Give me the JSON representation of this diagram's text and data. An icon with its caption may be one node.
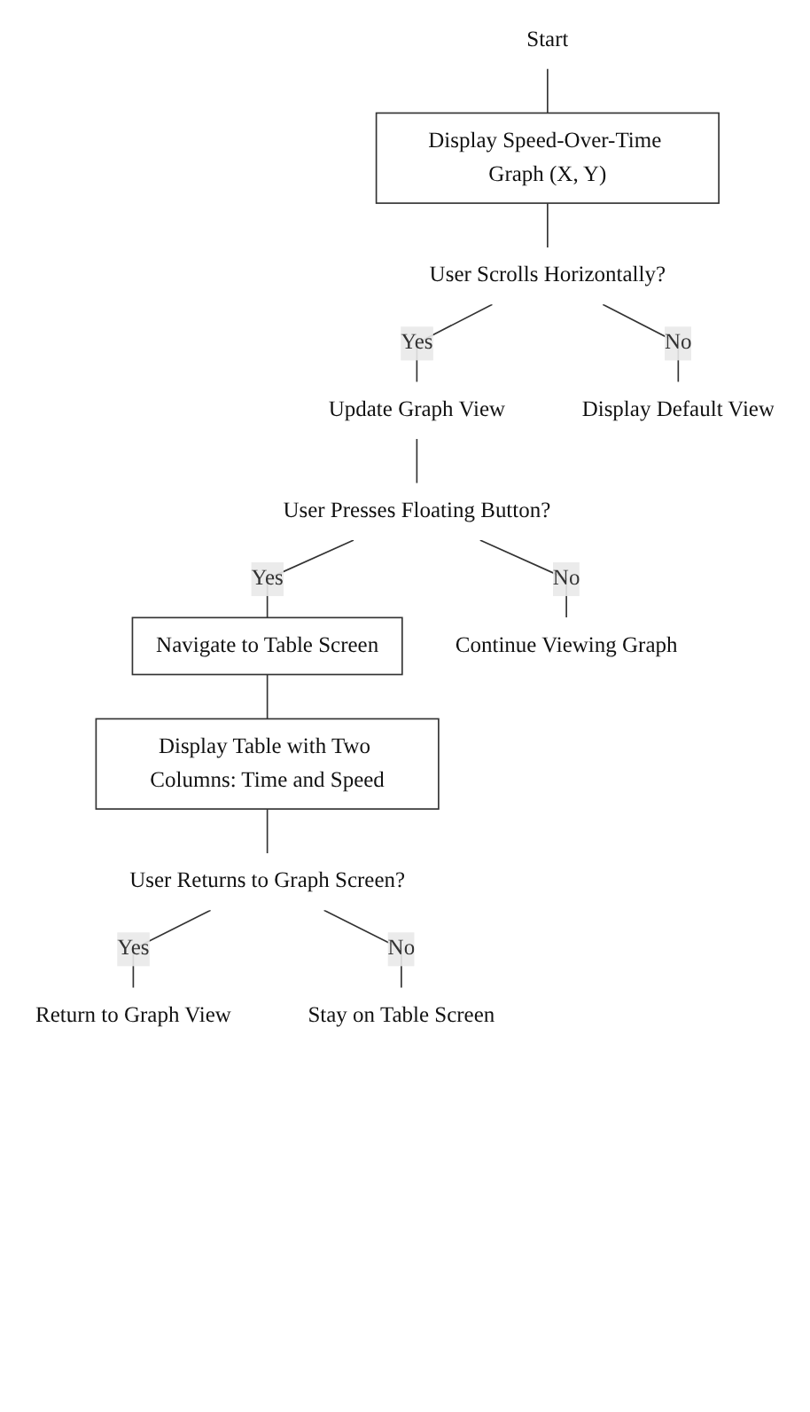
{
  "diagram": {
    "nodes": [
      {
        "text": [
          "Start"
        ]
      },
      {
        "text": [
          "Display Speed-Over-Time Graph (X, Y)"
        ]
      },
      {
        "text": [
          "User Scrolls Horizontally?"
        ]
      },
      {
        "text": [
          "Update Graph View"
        ]
      },
      {
        "text": [
          "Display Default View"
        ]
      },
      {
        "text": [
          "User Presses Floating Button?"
        ]
      },
      {
        "text": [
          "Navigate to Table Screen"
        ]
      },
      {
        "text": [
          "Continue Viewing Graph"
        ]
      },
      {
        "text": [
          "Display Table with Two Columns: Time and Speed"
        ]
      },
      {
        "text": [
          "User Returns to Graph Screen?"
        ]
      },
      {
        "text": [
          "Return to Graph View"
        ]
      },
      {
        "text": [
          "Stay on Table Screen"
        ]
      }
    ],
    "edges": [
      {
        "from": 0,
        "to": 1,
        "arrow": "none"
      },
      {
        "from": 1,
        "to": 2,
        "arrow": "none"
      },
      {
        "from": 2,
        "to": 3,
        "arrow": "none",
        "label": "Yes"
      },
      {
        "from": 2,
        "to": 4,
        "arrow": "none",
        "label": "No"
      },
      {
        "from": 3,
        "to": 5,
        "arrow": "none"
      },
      {
        "from": 5,
        "to": 6,
        "arrow": "none",
        "label": "Yes"
      },
      {
        "from": 5,
        "to": 7,
        "arrow": "none",
        "label": "No"
      },
      {
        "from": 6,
        "to": 8,
        "arrow": "none"
      },
      {
        "from": 8,
        "to": 9,
        "arrow": "none"
      },
      {
        "from": 9,
        "to": 10,
        "arrow": "none",
        "label": "Yes"
      },
      {
        "from": 9,
        "to": 11,
        "arrow": "none",
        "label": "No"
      }
    ]
  }
}
